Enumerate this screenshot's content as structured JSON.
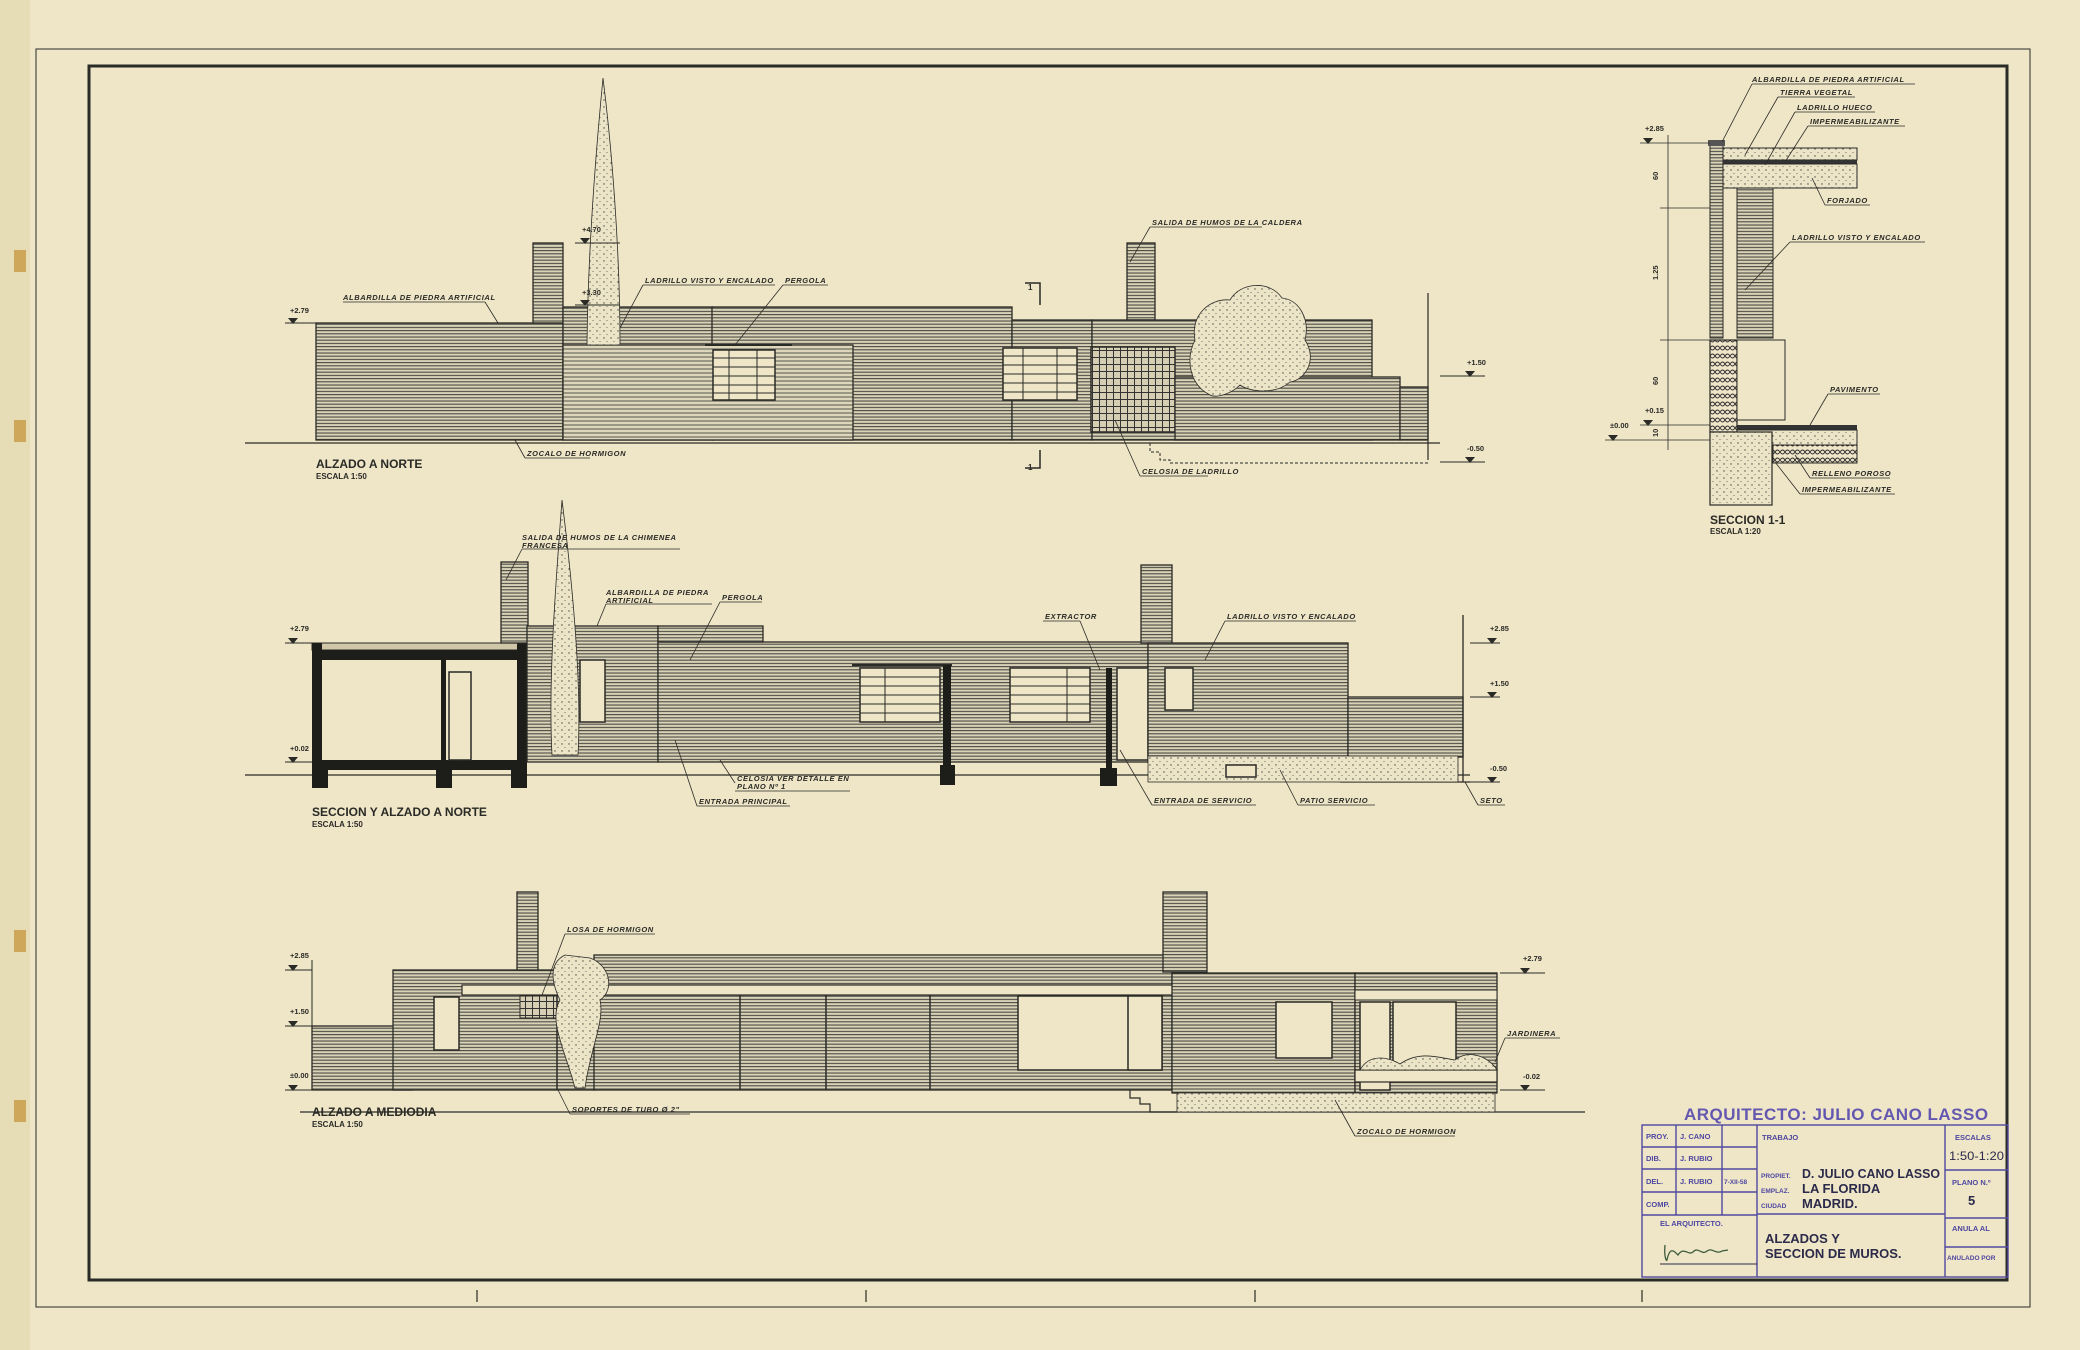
{
  "colors": {
    "paper": "#efe6c8",
    "ink": "#2a2a26",
    "stamp": "#5048a0"
  },
  "elevation_north": {
    "title": "ALZADO A NORTE",
    "scale": "ESCALA 1:50",
    "levels": [
      "+4.70",
      "+3.30",
      "+2.79",
      "+1.50",
      "-0.50"
    ],
    "labels": {
      "coping": "ALBARDILLA DE PIEDRA ARTIFICIAL",
      "brick": "LADRILLO VISTO Y ENCALADO",
      "pergola": "PERGOLA",
      "flue": "SALIDA DE HUMOS DE LA CALDERA",
      "plinth": "ZOCALO DE HORMIGON",
      "lattice": "CELOSIA DE LADRILLO"
    },
    "section_mark": "1"
  },
  "section_north": {
    "title": "SECCION Y ALZADO A NORTE",
    "scale": "ESCALA 1:50",
    "levels": [
      "+2.79",
      "+0.02",
      "+2.85",
      "+1.50",
      "-0.50"
    ],
    "labels": {
      "flue_1": "SALIDA DE HUMOS DE LA CHIMENEA",
      "flue_2": "FRANCESA",
      "coping_1": "ALBARDILLA DE PIEDRA",
      "coping_2": "ARTIFICIAL",
      "pergola": "PERGOLA",
      "extractor": "EXTRACTOR",
      "brick": "LADRILLO VISTO Y ENCALADO",
      "lattice_1": "CELOSIA VER DETALLE EN",
      "lattice_2": "PLANO Nº 1",
      "main_entry": "ENTRADA PRINCIPAL",
      "service_entry": "ENTRADA DE SERVICIO",
      "service_patio": "PATIO SERVICIO",
      "hedge": "SETO"
    }
  },
  "elevation_south": {
    "title": "ALZADO A MEDIODIA",
    "scale": "ESCALA 1:50",
    "levels": [
      "+2.85",
      "+1.50",
      "±0.00",
      "+2.79",
      "-0.02"
    ],
    "labels": {
      "slab": "LOSA DE HORMIGON",
      "supports": "SOPORTES DE TUBO Ø 2\"",
      "planter": "JARDINERA",
      "plinth": "ZOCALO DE HORMIGON"
    }
  },
  "wall_section": {
    "title": "SECCION 1-1",
    "scale": "ESCALA 1:20",
    "levels": [
      "+2.85",
      "+0.15",
      "±0.00"
    ],
    "dims": [
      "60",
      "1.25",
      "60",
      "10"
    ],
    "labels": {
      "coping": "ALBARDILLA DE PIEDRA ARTIFICIAL",
      "soil": "TIERRA VEGETAL",
      "hollow_brick": "LADRILLO HUECO",
      "waterproof_top": "IMPERMEABILIZANTE",
      "slab": "FORJADO",
      "brick": "LADRILLO VISTO Y ENCALADO",
      "paving": "PAVIMENTO",
      "fill": "RELLENO POROSO",
      "waterproof_bottom": "IMPERMEABILIZANTE"
    }
  },
  "title_block": {
    "architect": "ARQUITECTO: JULIO CANO LASSO",
    "rows": [
      {
        "label": "PROY.",
        "name": "J. CANO",
        "date": ""
      },
      {
        "label": "DIB.",
        "name": "J. RUBIO",
        "date": ""
      },
      {
        "label": "DEL.",
        "name": "J. RUBIO",
        "date": "7-XII-58"
      },
      {
        "label": "COMP.",
        "name": "",
        "date": ""
      }
    ],
    "architect_sign_label": "EL ARQUITECTO.",
    "work_label": "TRABAJO",
    "owner_label": "PROPIET.",
    "owner": "D. JULIO CANO LASSO",
    "site_label": "EMPLAZ.",
    "site": "LA FLORIDA",
    "city_label": "CIUDAD",
    "city": "MADRID.",
    "drawing_title_1": "ALZADOS Y",
    "drawing_title_2": "SECCION DE MUROS.",
    "scales_label": "ESCALAS",
    "scales": "1:50-1:20",
    "plan_no_label": "PLANO N.º",
    "plan_no": "5",
    "cancels_label": "ANULA AL",
    "cancelled_by_label": "ANULADO POR"
  }
}
